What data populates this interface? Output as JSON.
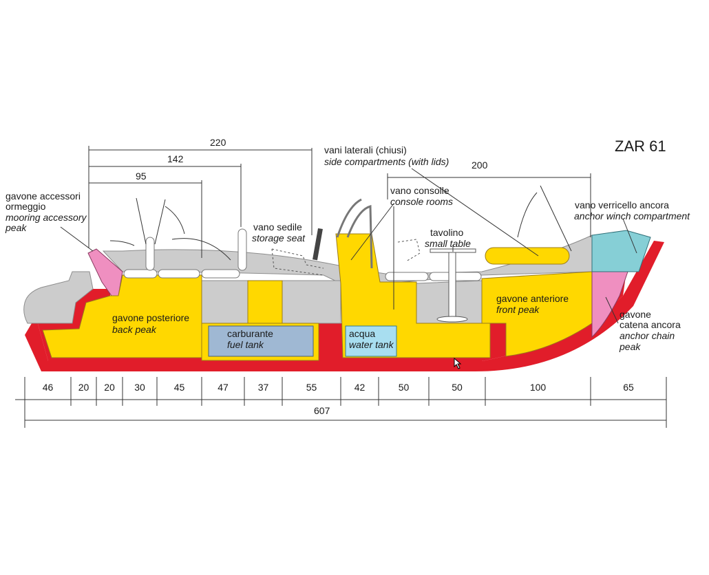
{
  "title": "ZAR 61",
  "labels": {
    "mooring": {
      "it": "gavone accessori",
      "it2": "ormeggio",
      "en": "mooring accessory",
      "en2": "peak"
    },
    "storage_seat": {
      "it": "vano sedile",
      "en": "storage seat"
    },
    "side_compartments": {
      "it": "vani laterali (chiusi)",
      "en": "side compartments (with lids)"
    },
    "console_rooms": {
      "it": "vano consolle",
      "en": "console rooms"
    },
    "small_table": {
      "it": "tavolino",
      "en": "small table"
    },
    "anchor_winch": {
      "it": "vano verricello ancora",
      "en": "anchor winch compartment"
    },
    "back_peak": {
      "it": "gavone posteriore",
      "en": "back peak"
    },
    "fuel_tank": {
      "it": "carburante",
      "en": "fuel tank"
    },
    "water_tank": {
      "it": "acqua",
      "en": "water tank"
    },
    "front_peak": {
      "it": "gavone anteriore",
      "en": "front peak"
    },
    "anchor_chain": {
      "it": "gavone",
      "it2": "catena ancora",
      "en": "anchor chain",
      "en2": "peak"
    }
  },
  "top_dimensions": [
    "220",
    "142",
    "95",
    "200"
  ],
  "bottom_segments": [
    "46",
    "20",
    "20",
    "30",
    "45",
    "47",
    "37",
    "55",
    "42",
    "50",
    "50",
    "100",
    "65"
  ],
  "total_length": "607",
  "colors": {
    "hull": "#e11d2a",
    "storage": "#ffd800",
    "deck": "#cccccc",
    "fuel": "#9fb8d3",
    "water": "#a8def0",
    "pink": "#ef8fc0",
    "cyan": "#86cfd6"
  }
}
